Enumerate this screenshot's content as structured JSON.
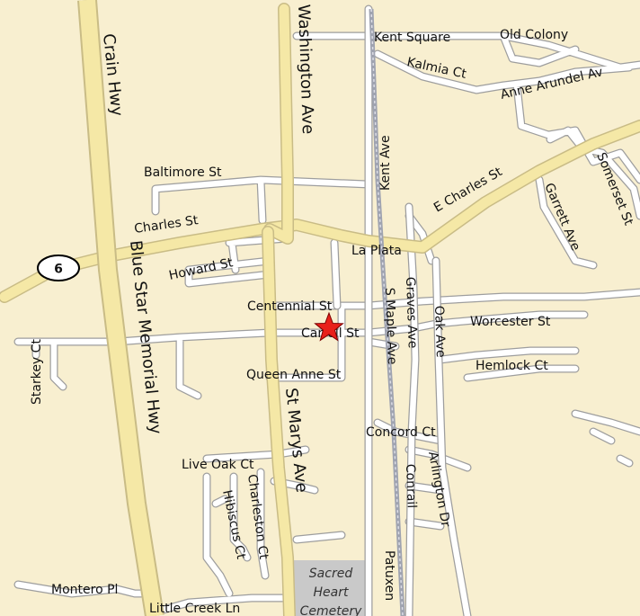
{
  "map": {
    "route_shield": "6",
    "labels": {
      "crain_hwy": "Crain Hwy",
      "blue_star_hwy": "Blue Star Memorial Hwy",
      "washington_ave": "Washington Ave",
      "st_marys_ave": "St Marys Ave",
      "kent_square": "Kent Square",
      "old_colony": "Old Colony",
      "kalmia_ct": "Kalmia Ct",
      "anne_arundel_ave": "Anne Arundel Av",
      "kent_ave": "Kent Ave",
      "baltimore_st": "Baltimore St",
      "e_charles_st": "E Charles St",
      "somerset_st": "Somerset St",
      "garrett_ave": "Garrett Ave",
      "charles_st": "Charles St",
      "la_plata": "La Plata",
      "howard_st": "Howard St",
      "centennial_st": "Centennial St",
      "carroll_st": "Carroll St",
      "graves_ave": "Graves Ave",
      "s_maple_ave": "S Maple Ave",
      "oak_ave": "Oak Ave",
      "worcester_st": "Worcester St",
      "hemlock_ct": "Hemlock Ct",
      "starkey_ct": "Starkey Ct",
      "queen_anne_st": "Queen Anne St",
      "concord_ct": "Concord Ct",
      "arlington_dr": "Arlington Dr",
      "conrail": "Conrail",
      "live_oak_ct": "Live Oak Ct",
      "charleston_ct": "Charleston Ct",
      "hibiscus_ct": "Hibiscus Ct",
      "montero_pl": "Montero Pl",
      "little_creek_ln": "Little Creek Ln",
      "patuxent": "Patuxen",
      "sacred_heart_cemetery": [
        "Sacred",
        "Heart",
        "Cemetery"
      ]
    },
    "marker": {
      "name": "location-star",
      "color": "#E8201A"
    },
    "colors": {
      "background": "#F8EFD0",
      "major_road": "#F5E8A6",
      "minor_road": "#FFFFFF",
      "railroad": "#9FA3B0",
      "cemetery": "#C9C9C9"
    }
  }
}
